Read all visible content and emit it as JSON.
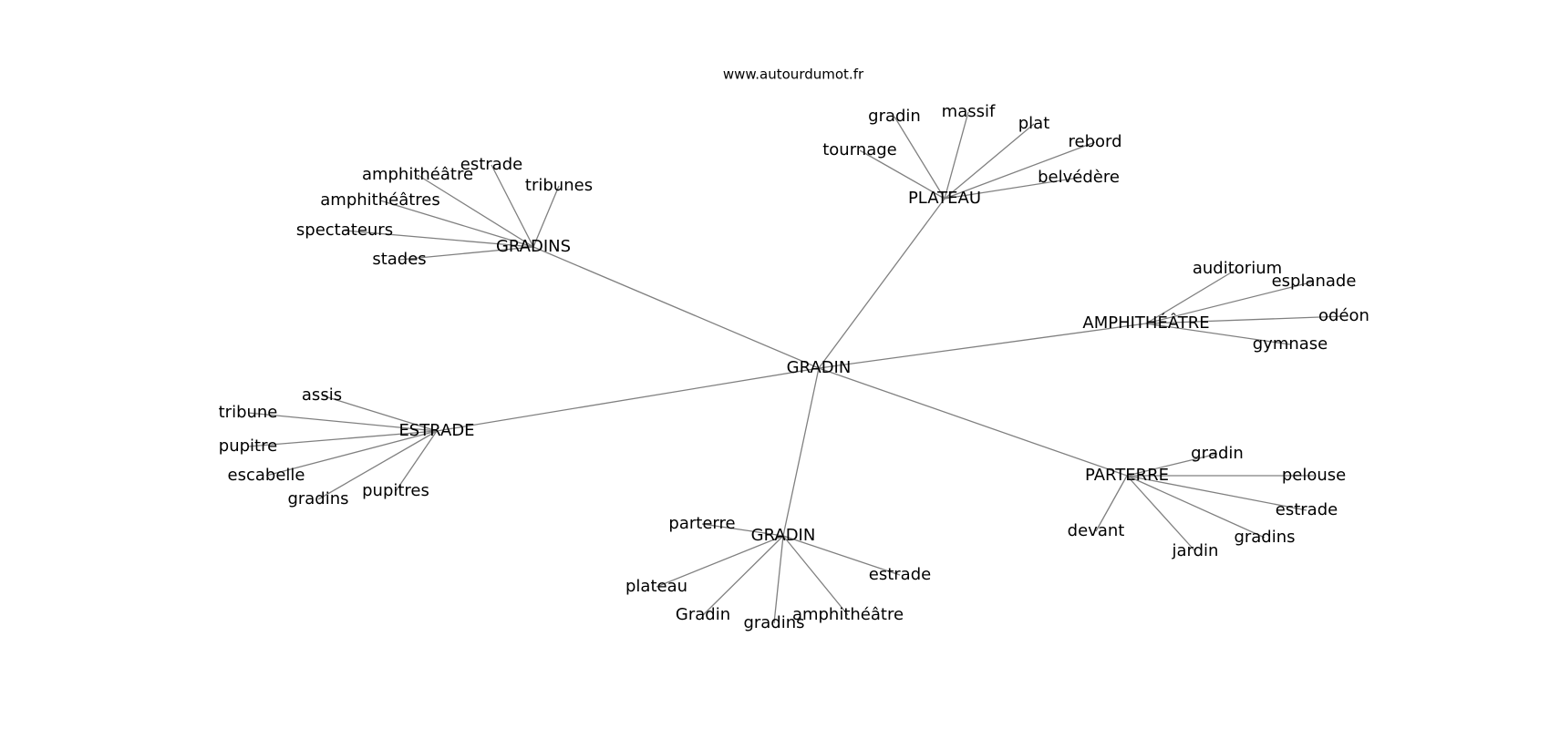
{
  "watermark": "www.autourdumot.fr",
  "center": "GRADIN",
  "clusters": [
    {
      "label": "GRADINS",
      "words": [
        "estrade",
        "tribunes",
        "amphithéâtre",
        "amphithéâtres",
        "spectateurs",
        "stades"
      ]
    },
    {
      "label": "PLATEAU",
      "words": [
        "gradin",
        "massif",
        "plat",
        "rebord",
        "tournage",
        "belvédère"
      ]
    },
    {
      "label": "AMPHITHÉÂTRE",
      "words": [
        "auditorium",
        "esplanade",
        "odéon",
        "gymnase"
      ]
    },
    {
      "label": "ESTRADE",
      "words": [
        "assis",
        "tribune",
        "pupitre",
        "escabelle",
        "gradins",
        "pupitres"
      ]
    },
    {
      "label": "GRADIN",
      "words": [
        "parterre",
        "plateau",
        "Gradin",
        "gradins",
        "amphithéâtre",
        "estrade"
      ]
    },
    {
      "label": "PARTERRE",
      "words": [
        "gradin",
        "pelouse",
        "estrade",
        "gradins",
        "jardin",
        "devant"
      ]
    }
  ]
}
